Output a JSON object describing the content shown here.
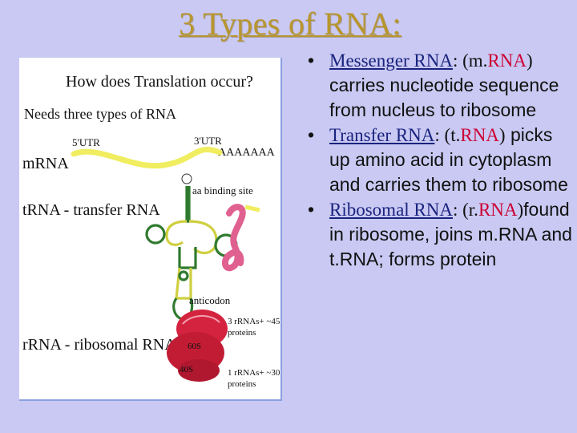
{
  "slide": {
    "title": "3 Types of RNA:"
  },
  "figure": {
    "heading": "How does Translation occur?",
    "subheading": "Needs three types of RNA",
    "mrna_label": "mRNA",
    "utr5": "5'UTR",
    "utr3": "3'UTR",
    "polya": "AAAAAAA",
    "trna_label": "tRNA - transfer RNA",
    "aa_binding": "aa binding site",
    "anticodon": "anticodon",
    "rrna_label": "rRNA - ribosomal RNA",
    "subunit_large": "60S",
    "subunit_small": "40S",
    "note_large_line1": "3 rRNAs+ ~45",
    "note_large_line2": "proteins",
    "note_small_line1": "1 rRNAs+ ~30",
    "note_small_line2": "proteins",
    "colors": {
      "mrna": "#f0ee60",
      "trna_line": "#2f7a2f",
      "ribosome": "#d4233f",
      "pink_trna": "#e06090"
    }
  },
  "bullets": [
    {
      "term": "Messenger RNA",
      "sep": ": (",
      "abbr_prefix": "m.",
      "abbr_hl": "RNA",
      "close": ")",
      "desc": " carries nucleotide sequence from nucleus to ribosome"
    },
    {
      "term": "Transfer RNA",
      "sep": ": (",
      "abbr_prefix": "t.",
      "abbr_hl": "RNA",
      "close": ")",
      "desc": " picks up amino acid in cytoplasm and carries them to ribosome"
    },
    {
      "term": "Ribosomal RNA",
      "sep": ": (",
      "abbr_prefix": "r.",
      "abbr_hl": "RNA",
      "close": ")",
      "desc": "found in ribosome, joins m.RNA and t.RNA; forms protein"
    }
  ]
}
